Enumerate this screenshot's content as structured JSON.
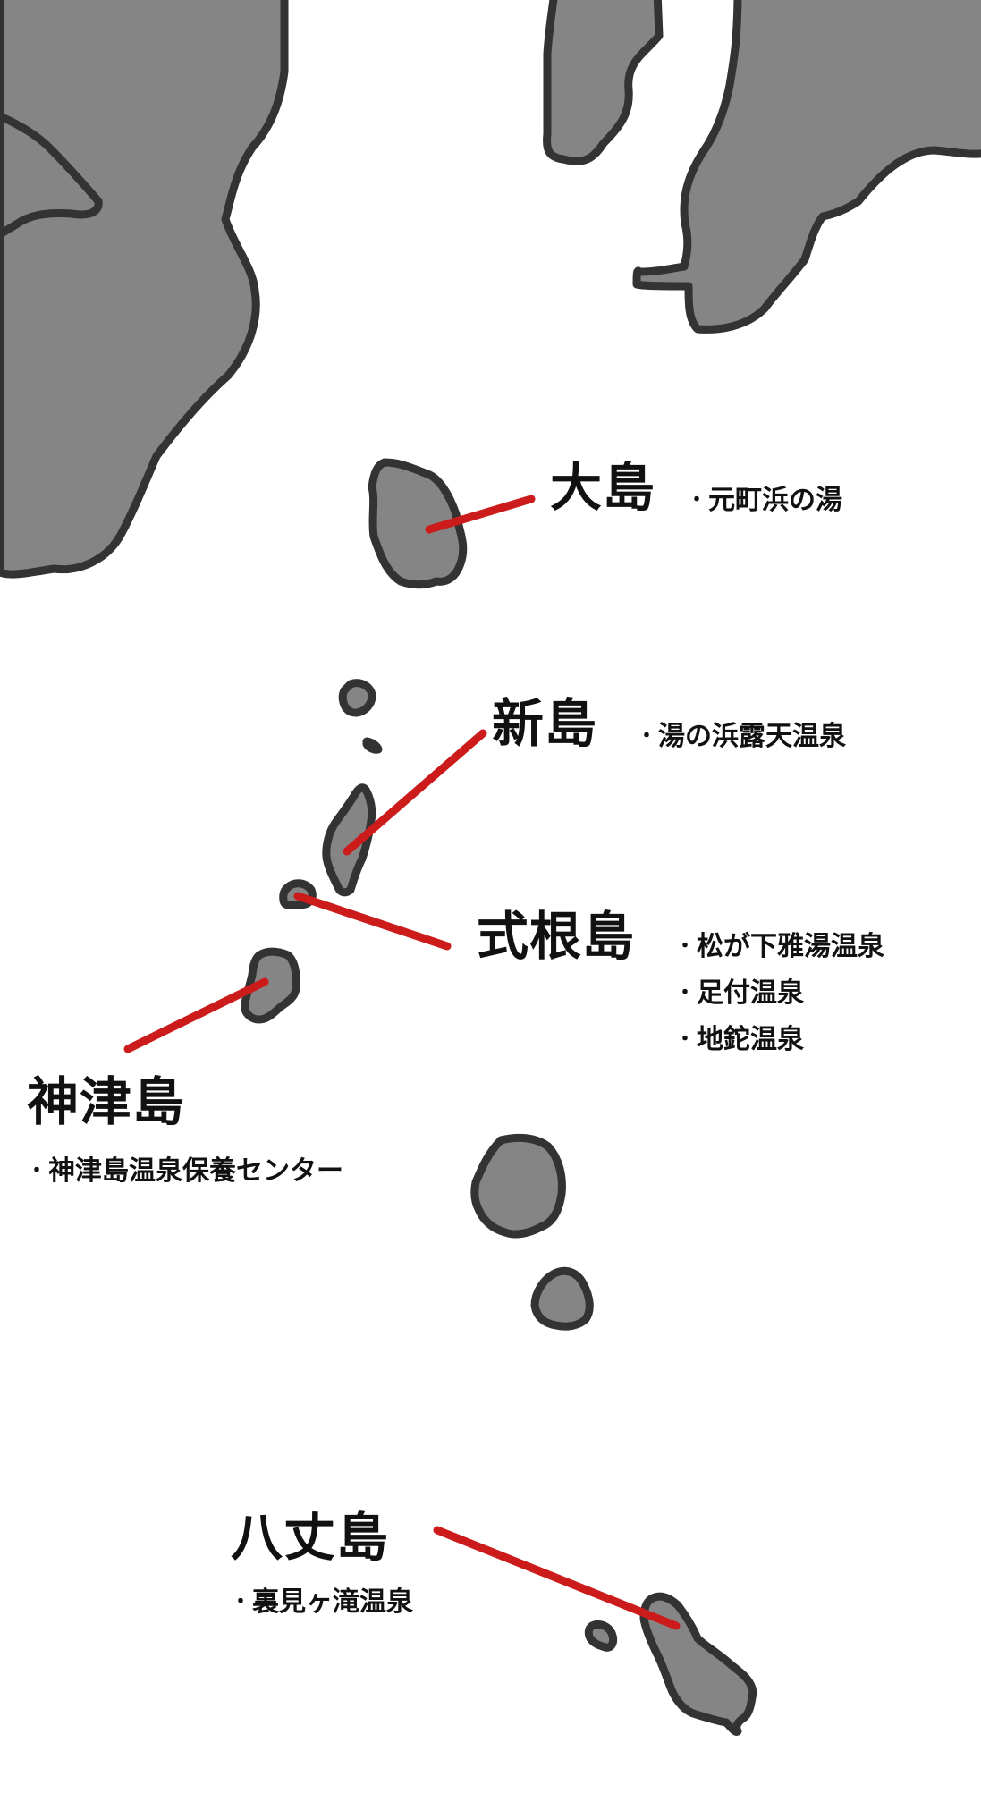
{
  "colors": {
    "land": "#858585",
    "outline": "#333333",
    "leader_line": "#cc1b1b",
    "background": "#ffffff"
  },
  "islands": [
    {
      "id": "oshima",
      "name": "大島",
      "hot_springs": [
        "元町浜の湯"
      ]
    },
    {
      "id": "niijima",
      "name": "新島",
      "hot_springs": [
        "湯の浜露天温泉"
      ]
    },
    {
      "id": "shikinejima",
      "name": "式根島",
      "hot_springs": [
        "松が下雅湯温泉",
        "足付温泉",
        "地鉈温泉"
      ]
    },
    {
      "id": "kozushima",
      "name": "神津島",
      "hot_springs": [
        "神津島温泉保養センター"
      ]
    },
    {
      "id": "hachijojima",
      "name": "八丈島",
      "hot_springs": [
        "裏見ヶ滝温泉"
      ]
    }
  ]
}
